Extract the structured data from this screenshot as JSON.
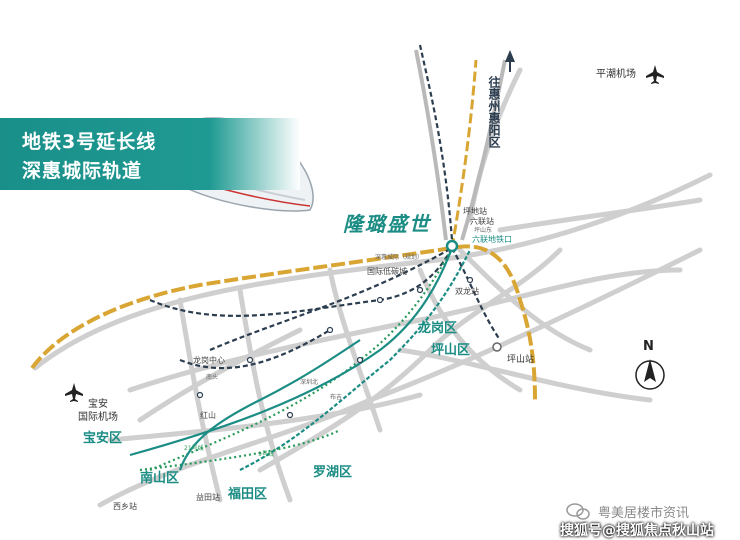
{
  "banner": {
    "line1": "地铁3号延长线",
    "line2": "深惠城际轨道"
  },
  "brand_text": "隆璐盛世",
  "districts": {
    "longgang": "龙岗区",
    "pingshan": "坪山区",
    "baoan": "宝安区",
    "nanshan": "南山区",
    "futian": "福田区",
    "luohu": "罗湖区"
  },
  "places": {
    "to_huizhou": "往惠州惠阳区",
    "pinghai_airport": "平潮机场",
    "baoan_airport_line1": "宝安",
    "baoan_airport_line2": "国际机场",
    "pingshan_station": "坪山站",
    "north": "N"
  },
  "small_labels": {
    "shenzhen_east": "坪地站",
    "liuyue": "六联站",
    "guoji_hall": "国际低碳城",
    "longgang_center": "龙岗中心",
    "xiangwei": "双龙站",
    "xixiang": "西乡站",
    "gongming": "红山",
    "futian_station": "益田站",
    "pingshan_hsr": "坪山东",
    "liu_ke": "六联地铁口",
    "line21": "21号线",
    "line9": "9号线",
    "line_dongguan": "深惠城际（规划）",
    "tiny_a": "南头",
    "tiny_b": "深圳北",
    "tiny_c": "布吉"
  },
  "watermark": {
    "line1": "粤美居楼市资讯",
    "line2": "搜狐号@搜狐焦点秋山站"
  },
  "colors": {
    "teal": "#1c8d84",
    "gold": "#d9a533",
    "road": "#cfcfcf",
    "dark_dashed": "#2b3d4f",
    "green_dotted": "#2a9a5a"
  },
  "icons": [
    "airplane-icon",
    "north-arrow-icon",
    "up-arrow-icon",
    "train-image",
    "wechat-icon"
  ]
}
